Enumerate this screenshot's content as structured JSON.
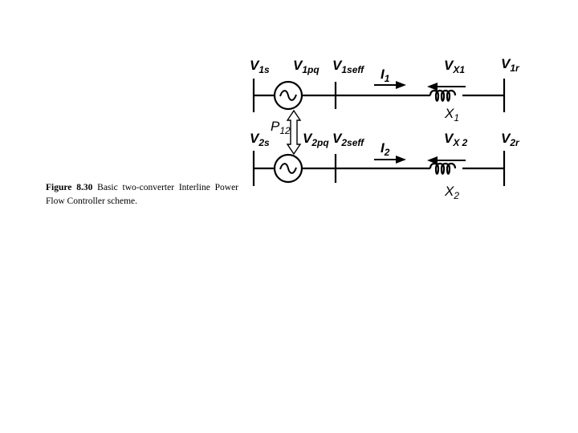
{
  "caption": {
    "figure_label": "Figure 8.30",
    "text": "Basic two-converter Interline Power Flow Controller scheme."
  },
  "labels": {
    "v1s": {
      "main": "V",
      "sub": "1s"
    },
    "v1pq": {
      "main": "V",
      "sub": "1pq"
    },
    "v1seff": {
      "main": "V",
      "sub": "1seff"
    },
    "i1": {
      "main": "I",
      "sub": "1"
    },
    "vx1": {
      "main": "V",
      "sub": "X1"
    },
    "v1r": {
      "main": "V",
      "sub": "1r"
    },
    "x1": {
      "main": "X",
      "sub": "1"
    },
    "p12": {
      "main": "P",
      "sub": "12"
    },
    "v2s": {
      "main": "V",
      "sub": "2s"
    },
    "v2pq": {
      "main": "V",
      "sub": "2pq"
    },
    "v2seff": {
      "main": "V",
      "sub": "2seff"
    },
    "i2": {
      "main": "I",
      "sub": "2"
    },
    "vx2": {
      "main": "V",
      "sub": "X 2"
    },
    "v2r": {
      "main": "V",
      "sub": "2r"
    },
    "x2": {
      "main": "X",
      "sub": "2"
    }
  }
}
